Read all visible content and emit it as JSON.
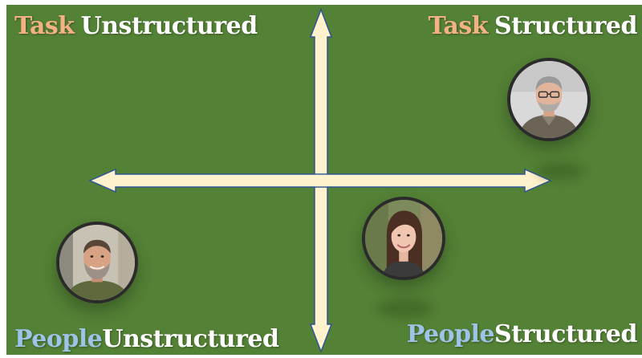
{
  "quadrants": {
    "top_left": {
      "word1": "Task",
      "word2": "Unstructured"
    },
    "top_right": {
      "word1": "Task",
      "word2": "Structured"
    },
    "bottom_left": {
      "word1": "People",
      "word2": "Unstructured"
    },
    "bottom_right": {
      "word1": "People",
      "word2": "Structured"
    }
  },
  "colors": {
    "background": "#538135",
    "arrow": "#fff2cc",
    "task_word": "#f4b183",
    "people_word": "#9dc3e6",
    "accent_word": "#ffffff"
  },
  "people": [
    {
      "icon": "person-photo-icon",
      "description_visible": false
    },
    {
      "icon": "person-photo-icon",
      "description_visible": false
    },
    {
      "icon": "person-photo-icon",
      "description_visible": false
    }
  ]
}
